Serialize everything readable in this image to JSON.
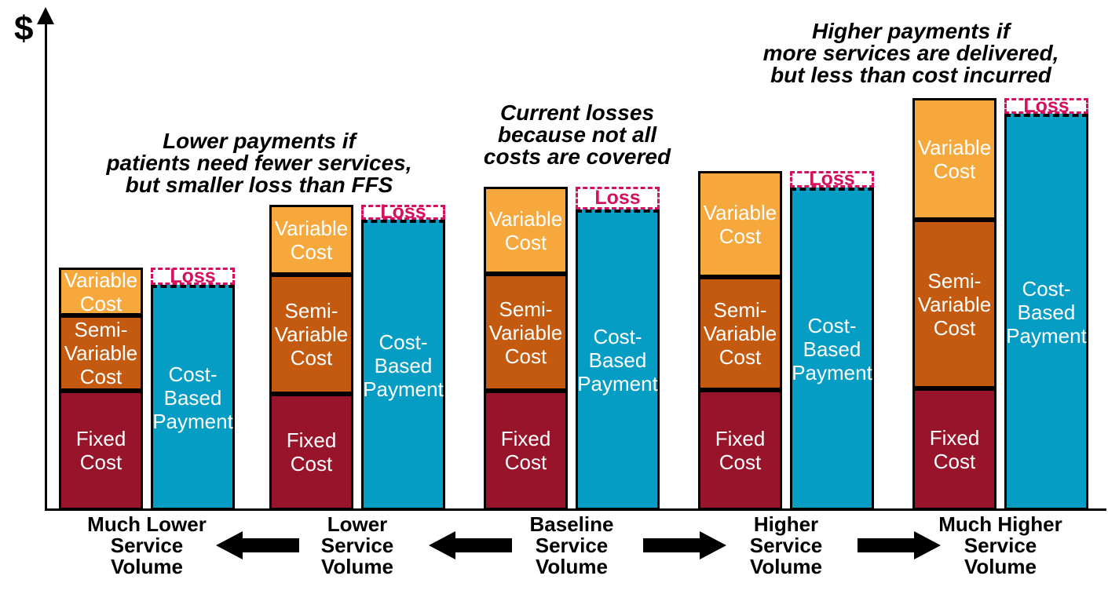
{
  "annotations": [
    {
      "lines": [
        "Lower payments if",
        "patients need fewer services,",
        "but smaller loss than FFS"
      ]
    },
    {
      "lines": [
        "Current losses",
        "because not all",
        "costs are covered"
      ]
    },
    {
      "lines": [
        "Higher payments if",
        "more services are delivered,",
        "but less than cost incurred"
      ]
    }
  ],
  "arrows": [
    "left",
    "left",
    "right",
    "right"
  ],
  "chart_data": {
    "type": "bar",
    "title": "",
    "xlabel": "",
    "ylabel": "$",
    "unit": "relative height units (no numeric axis shown)",
    "ylim": [
      0,
      636
    ],
    "gridlines": false,
    "legend": "none (segments labeled in-bar)",
    "categories": [
      [
        "Much Lower",
        "Service",
        "Volume"
      ],
      [
        "Lower",
        "Service",
        "Volume"
      ],
      [
        "Baseline",
        "Service",
        "Volume"
      ],
      [
        "Higher",
        "Service",
        "Volume"
      ],
      [
        "Much Higher",
        "Service",
        "Volume"
      ]
    ],
    "cost_stack_series": [
      {
        "name": "Fixed Cost",
        "label_lines": [
          "Fixed",
          "Cost"
        ],
        "color": "#97142B",
        "values": [
          152,
          148,
          152,
          153,
          155
        ]
      },
      {
        "name": "Semi-Variable Cost",
        "label_lines": [
          "Semi-",
          "Variable",
          "Cost"
        ],
        "color": "#C45A10",
        "values": [
          96,
          152,
          149,
          144,
          215
        ]
      },
      {
        "name": "Variable Cost",
        "label_lines": [
          "Variable",
          "Cost"
        ],
        "color": "#F6A83D",
        "values": [
          61,
          89,
          111,
          135,
          155
        ]
      }
    ],
    "payment_series": {
      "name": "Cost-Based Payment",
      "label_lines": [
        "Cost-",
        "Based",
        "Payment"
      ],
      "color": "#069DC4",
      "values": [
        287,
        370,
        383,
        411,
        505
      ]
    },
    "loss_markers": {
      "label": "Loss",
      "color": "#D4115E",
      "values": [
        22,
        19,
        29,
        21,
        20
      ]
    }
  }
}
